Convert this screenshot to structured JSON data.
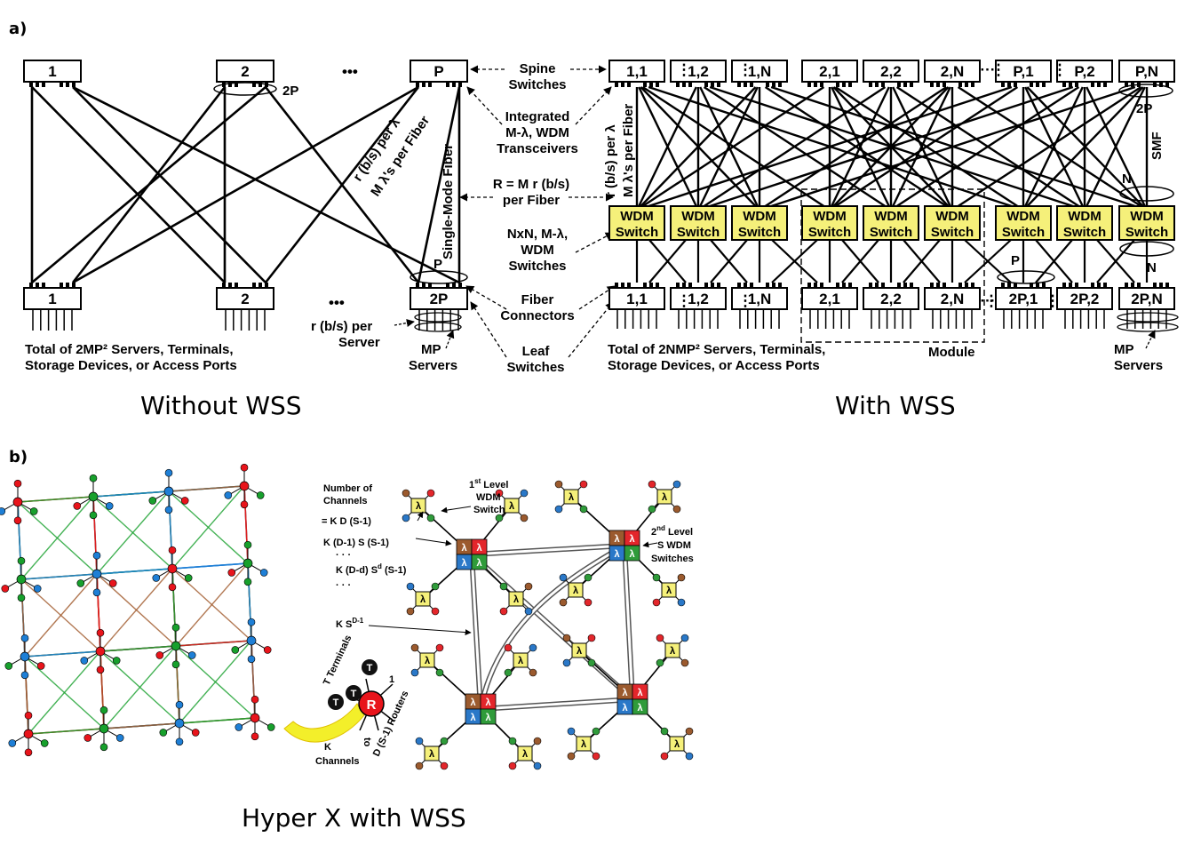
{
  "panel_a_label": "a)",
  "panel_b_label": "b)",
  "without_wss": {
    "caption": "Without WSS",
    "spine_labels": [
      "1",
      "2",
      "P"
    ],
    "leaf_labels": [
      "1",
      "2",
      "2P"
    ],
    "ellipsis": "•••",
    "bundle_2p": "2P",
    "bundle_p": "P",
    "rate_per_lambda": "r (b/s) per λ",
    "lambdas_per_fiber": "M λ's per Fiber",
    "single_mode_fiber": "Single-Mode Fiber",
    "rate_per_server_1": "r (b/s) per",
    "rate_per_server_2": "Server",
    "mp_servers_1": "MP",
    "mp_servers_2": "Servers",
    "total_1": "Total of 2MP² Servers, Terminals,",
    "total_2": "Storage Devices, or Access Ports"
  },
  "center_labels": {
    "spine_1": "Spine",
    "spine_2": "Switches",
    "integrated_1": "Integrated",
    "integrated_2": "M-λ, WDM",
    "integrated_3": "Transceivers",
    "r_fiber_1": "R = M r (b/s)",
    "r_fiber_2": "per Fiber",
    "nxn_1": "NxN, M-λ,",
    "nxn_2": "WDM",
    "nxn_3": "Switches",
    "fiber_1": "Fiber",
    "fiber_2": "Connectors",
    "leaf_1": "Leaf",
    "leaf_2": "Switches"
  },
  "with_wss": {
    "caption": "With WSS",
    "spine_labels": [
      "1,1",
      "1,2",
      "1,N",
      "2,1",
      "2,2",
      "2,N",
      "P,1",
      "P,2",
      "P,N"
    ],
    "leaf_labels": [
      "1,1",
      "1,2",
      "1,N",
      "2,1",
      "2,2",
      "2,N",
      "2P,1",
      "2P,2",
      "2P,N"
    ],
    "wdm_line1": "WDM",
    "wdm_line2": "Switch",
    "rate_per_lambda": "r (b/s) per λ",
    "lambdas_per_fiber": "M λ's per Fiber",
    "bundle_2p": "2P",
    "smf": "SMF",
    "bundle_n_top": "N",
    "bundle_p": "P",
    "bundle_n_bottom": "N",
    "module": "Module",
    "total_1": "Total of 2NMP² Servers, Terminals,",
    "total_2": "Storage Devices, or Access Ports",
    "mp_servers_1": "MP",
    "mp_servers_2": "Servers"
  },
  "hyperx": {
    "caption": "Hyper X with WSS",
    "channels_title_1": "Number of",
    "channels_title_2": "Channels",
    "formula_1": "= K D (S-1)",
    "formula_2": "K (D-1) S (S-1)",
    "formula_3": "K (D-d) S",
    "formula_3_sup": "d",
    "formula_3_tail": " (S-1)",
    "dots": "· · ·",
    "ksd_base": "K S",
    "ksd_sup": "D-1",
    "first_level_1": "1",
    "first_level_sup": "st",
    "first_level_2": " Level",
    "first_level_3": "WDM",
    "first_level_4": "Switch",
    "second_level_1": "2",
    "second_level_sup": "nd",
    "second_level_2": " Level",
    "second_level_3": "S WDM",
    "second_level_4": "Switches",
    "lambda": "λ",
    "router": "R",
    "terminal": "T",
    "terminals_label": "T Terminals",
    "one": "1",
    "to": "to",
    "routers_label": "D (S-1) Routers",
    "k_1": "K",
    "k_2": "Channels"
  },
  "colors": {
    "wdm_fill": "#f5f07a",
    "hx_red": "#e8141b",
    "hx_green": "#17a02c",
    "hx_blue": "#1e7fd6",
    "hx_brown": "#a0582a",
    "hx_yellow": "#f3ef2a",
    "q_brown": "#9b5a2e",
    "q_red": "#e3262b",
    "q_blue": "#2a78c8",
    "q_green": "#2f9b3a"
  }
}
